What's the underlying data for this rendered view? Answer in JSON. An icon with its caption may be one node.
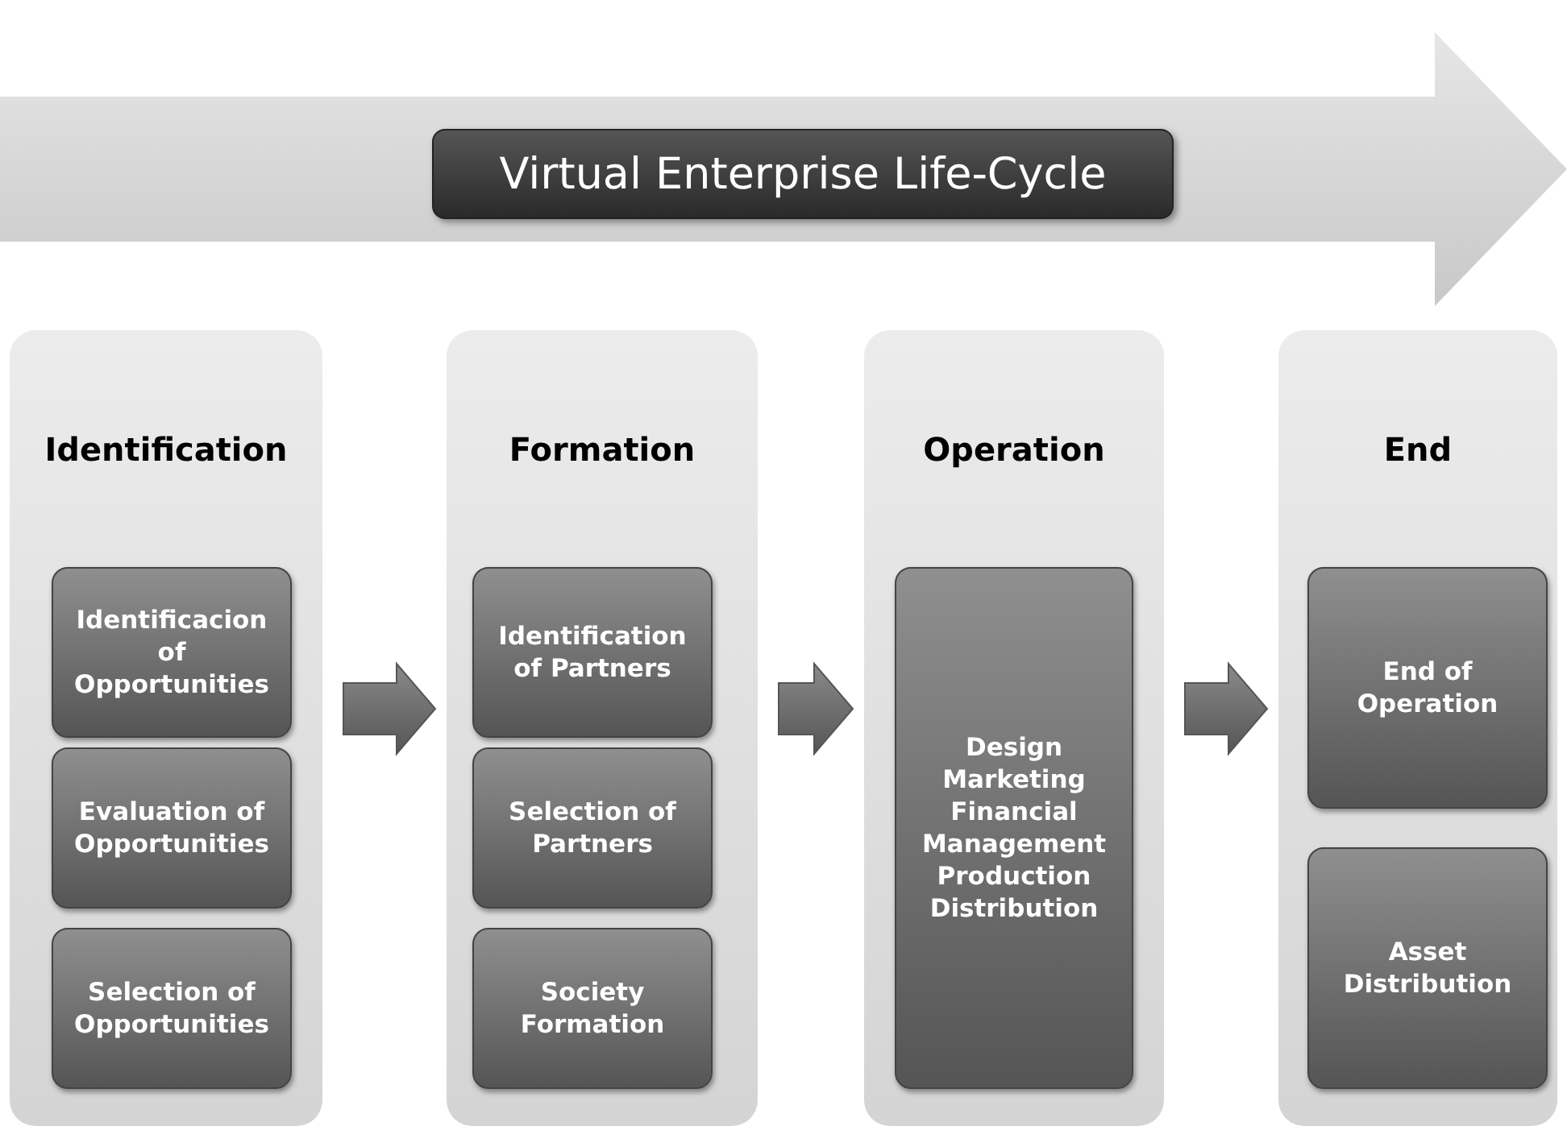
{
  "diagram": {
    "nodes": [
      {
        "text": [
          "Virtual Enterprise Life-Cycle"
        ]
      },
      {
        "text": [
          "Identification"
        ]
      },
      {
        "text": [
          "Identificacion of Opportunities"
        ],
        "in": 1
      },
      {
        "text": [
          "Evaluation of Opportunities"
        ],
        "in": 1
      },
      {
        "text": [
          "Selection of Opportunities"
        ],
        "in": 1
      },
      {
        "text": [
          "Formation"
        ]
      },
      {
        "text": [
          "Identification of Partners"
        ],
        "in": 5
      },
      {
        "text": [
          "Selection of Partners"
        ],
        "in": 5
      },
      {
        "text": [
          "Society Formation"
        ],
        "in": 5
      },
      {
        "text": [
          "Operation"
        ]
      },
      {
        "text": [
          "Design",
          "Marketing",
          "Financial Management",
          "Production",
          "Distribution"
        ],
        "in": 9
      },
      {
        "text": [
          "End"
        ]
      },
      {
        "text": [
          "End of Operation"
        ],
        "in": 11
      },
      {
        "text": [
          "Asset Distribution"
        ],
        "in": 11
      }
    ],
    "edges": [
      {
        "from": 1,
        "to": 5,
        "arrow": "to"
      },
      {
        "from": 5,
        "to": 9,
        "arrow": "to"
      },
      {
        "from": 9,
        "to": 11,
        "arrow": "to"
      }
    ]
  }
}
